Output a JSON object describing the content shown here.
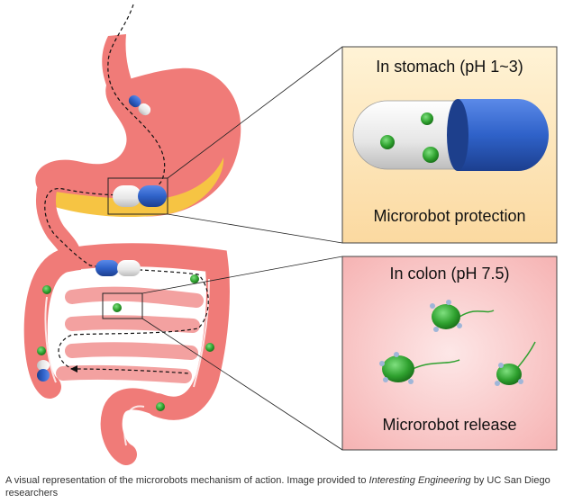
{
  "panels": {
    "stomach": {
      "title": "In stomach (pH 1~3)",
      "caption": "Microrobot protection"
    },
    "colon": {
      "title": "In colon (pH 7.5)",
      "caption": "Microrobot release"
    }
  },
  "caption": {
    "text_before": "A visual representation of the microrobots mechanism of action. Image provided to ",
    "italic": "Interesting Engineering",
    "text_after": " by UC San Diego researchers"
  },
  "colors": {
    "organ": "#f07b78",
    "stomach_acid": "#f6c443",
    "capsule_blue": "#2f62c9",
    "capsule_white": "#eeeeee",
    "microrobot": "#2fa12f",
    "stomach_panel": "#fde2b0",
    "colon_panel": "#f9c4c4"
  },
  "icons": [
    "capsule-icon",
    "microrobot-icon"
  ]
}
